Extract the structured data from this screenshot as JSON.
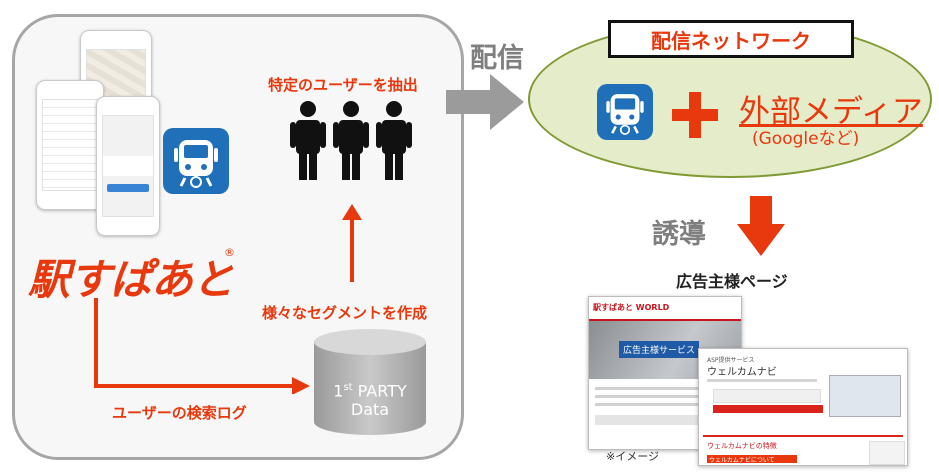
{
  "box": {
    "brand_logo_text": "駅すぱあと",
    "registered_mark": "®",
    "extract_label": "特定のユーザーを抽出",
    "segment_label": "様々なセグメントを作成",
    "log_label": "ユーザーの検索ログ",
    "database": {
      "line1_prefix": "1",
      "line1_sup": "st",
      "line1_suffix": " PARTY",
      "line2": "Data"
    }
  },
  "flow": {
    "deliver_label": "配信",
    "guide_label": "誘導"
  },
  "network": {
    "title": "配信ネットワーク",
    "media_label": "外部メディア",
    "media_sub": "(Googleなど)"
  },
  "advertiser": {
    "title": "広告主様ページ",
    "note": "※イメージ",
    "screen_back": {
      "header": "駅すぱあと WORLD",
      "banner": "広告主様サービス"
    },
    "screen_front": {
      "kicker": "ASP提供サービス",
      "title": "ウェルカムナビ",
      "section": "ウェルカムナビの特徴",
      "footer_bar": "ウェルカムナビについて"
    }
  },
  "colors": {
    "accent_red": "#e8380d",
    "arrow_gray": "#9b9b9b",
    "app_blue": "#1f70b9",
    "ellipse_fill": "#e4ecca",
    "ellipse_border": "#7f9a33"
  },
  "icons": [
    "train-app-icon",
    "person-icon",
    "plus-icon",
    "database-icon",
    "arrow-right-icon",
    "arrow-down-icon",
    "arrow-up-icon"
  ]
}
